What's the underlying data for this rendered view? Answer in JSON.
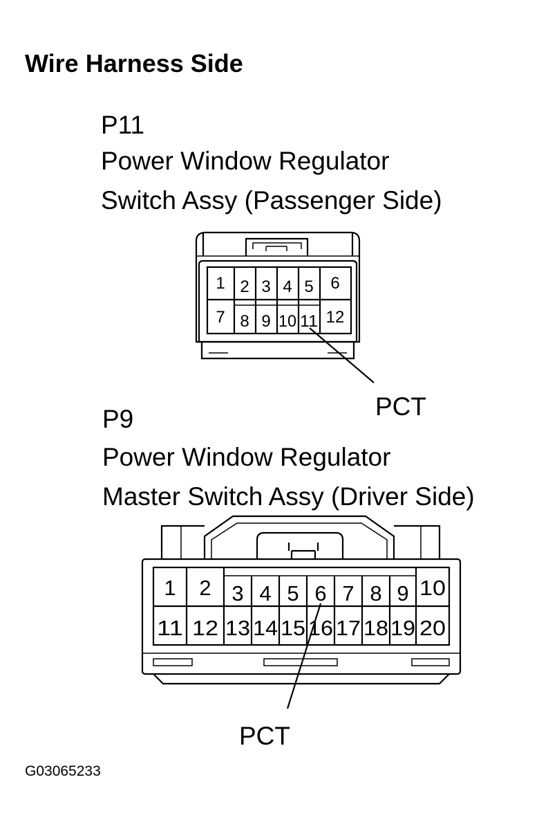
{
  "title": "Wire Harness Side",
  "connectors": [
    {
      "id": "P11",
      "name_line1": "Power Window Regulator",
      "name_line2": "Switch Assy (Passenger Side)",
      "pins_top": [
        "1",
        "2",
        "3",
        "4",
        "5",
        "6"
      ],
      "pins_bottom": [
        "7",
        "8",
        "9",
        "10",
        "11",
        "12"
      ],
      "callout": "PCT"
    },
    {
      "id": "P9",
      "name_line1": "Power Window Regulator",
      "name_line2": "Master Switch Assy (Driver Side)",
      "pins_top": [
        "1",
        "2",
        "3",
        "4",
        "5",
        "6",
        "7",
        "8",
        "9",
        "10"
      ],
      "pins_bottom": [
        "11",
        "12",
        "13",
        "14",
        "15",
        "16",
        "17",
        "18",
        "19",
        "20"
      ],
      "callout": "PCT"
    }
  ],
  "figure_code": "G03065233"
}
